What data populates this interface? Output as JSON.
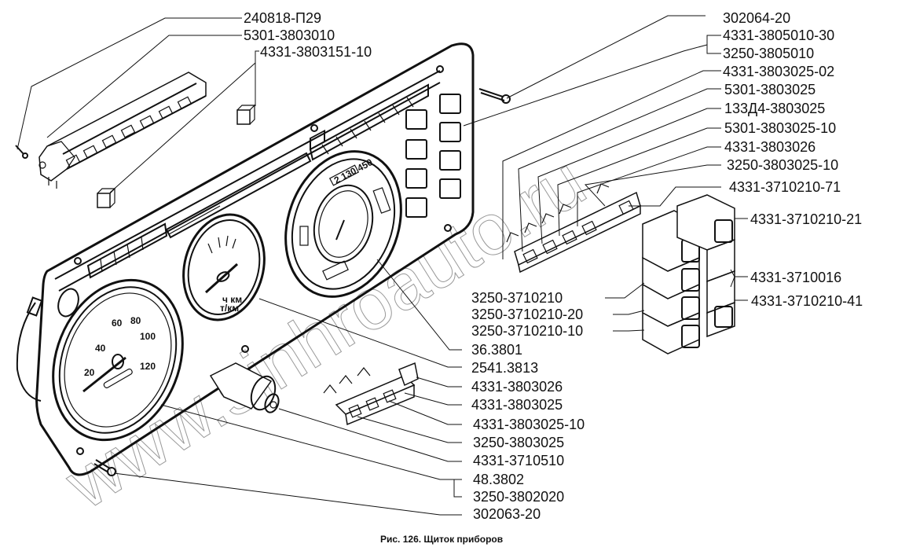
{
  "figure": {
    "caption": "Рис. 126. Щиток приборов",
    "watermark": "www.sinhroauto.ru",
    "colors": {
      "ink": "#111111",
      "background": "#ffffff",
      "watermark": "#9a9a9a"
    }
  },
  "labels_left_top": [
    {
      "id": "screw-top-left",
      "text": "240818-П29"
    },
    {
      "id": "warning-lamp-block",
      "text": "5301-3803010"
    },
    {
      "id": "lamp-socket",
      "text": "4331-3803151-10"
    }
  ],
  "labels_right_top": [
    {
      "id": "screw-top-right",
      "text": "302064-20"
    },
    {
      "id": "panel-a",
      "text": "4331-3805010-30"
    },
    {
      "id": "panel-b",
      "text": "3250-3805010"
    },
    {
      "id": "switch-02",
      "text": "4331-3803025-02"
    },
    {
      "id": "switch-5301",
      "text": "5301-3803025"
    },
    {
      "id": "switch-133d4",
      "text": "133Д4-3803025"
    },
    {
      "id": "switch-5301-10",
      "text": "5301-3803025-10"
    },
    {
      "id": "switch-4331-26",
      "text": "4331-3803026"
    },
    {
      "id": "switch-3250-10",
      "text": "3250-3803025-10"
    },
    {
      "id": "rocker-71",
      "text": "4331-3710210-71"
    }
  ],
  "labels_rocker_right": [
    {
      "id": "rocker-21",
      "text": "4331-3710210-21"
    },
    {
      "id": "rocker-016",
      "text": "4331-3710016"
    },
    {
      "id": "rocker-41",
      "text": "4331-3710210-41"
    }
  ],
  "labels_rocker_left": [
    {
      "id": "rocker-3250",
      "text": "3250-3710210"
    },
    {
      "id": "rocker-3250-20",
      "text": "3250-3710210-20"
    },
    {
      "id": "rocker-3250-10",
      "text": "3250-3710210-10"
    }
  ],
  "labels_bottom": [
    {
      "id": "tachometer",
      "text": "36.3801"
    },
    {
      "id": "combo-gauge",
      "text": "2541.3813"
    },
    {
      "id": "switch-bottom-26",
      "text": "4331-3803026"
    },
    {
      "id": "switch-bottom-25",
      "text": "4331-3803025"
    },
    {
      "id": "switch-bottom-25-10",
      "text": "4331-3803025-10"
    },
    {
      "id": "switch-bottom-3250",
      "text": "3250-3803025"
    },
    {
      "id": "ignition-switch",
      "text": "4331-3710510"
    },
    {
      "id": "speedometer-a",
      "text": "48.3802"
    },
    {
      "id": "speedometer-b",
      "text": "3250-3802020"
    },
    {
      "id": "screw-bottom",
      "text": "302063-20"
    }
  ],
  "gauges": {
    "speedometer_ticks": [
      "20",
      "40",
      "60",
      "80",
      "100",
      "120"
    ],
    "combo_gauge_text": [
      "ч км",
      "т/км"
    ],
    "tachometer_window": "2 130 450"
  }
}
